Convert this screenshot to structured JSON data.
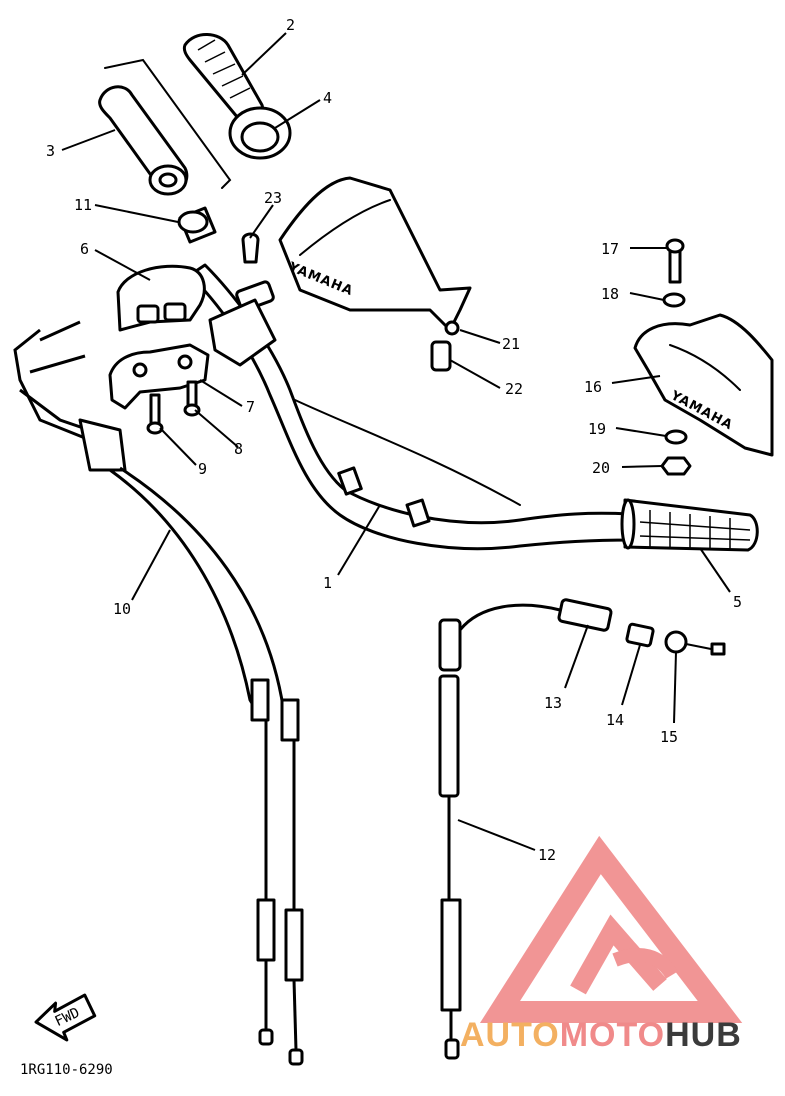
{
  "callouts": [
    "1",
    "2",
    "3",
    "4",
    "5",
    "6",
    "7",
    "8",
    "9",
    "10",
    "11",
    "12",
    "13",
    "14",
    "15",
    "16",
    "17",
    "18",
    "19",
    "20",
    "21",
    "22",
    "23"
  ],
  "part_branding": "YAMAHA",
  "direction_label": "FWD",
  "diagram_code": "1RG110-6290",
  "watermark": {
    "auto": "AUTO",
    "moto": "MOTO",
    "hub": "HUB",
    "colors": {
      "logo": "#f08a8a",
      "auto": "#f3b061",
      "moto": "#f08a8a",
      "hub": "#3b3b3b"
    }
  }
}
